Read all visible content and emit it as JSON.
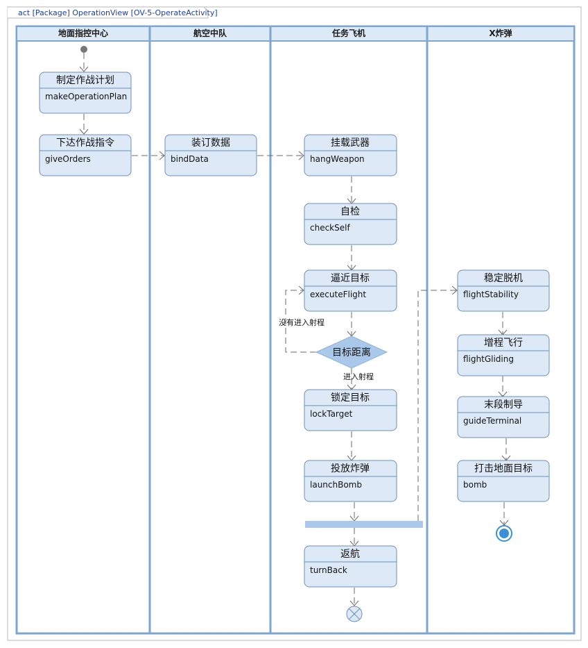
{
  "frame": {
    "title": "act [Package] OperationView [OV-5-OperateActivity]"
  },
  "lanes": [
    {
      "name": "地面指控中心"
    },
    {
      "name": "航空中队"
    },
    {
      "name": "任务飞机"
    },
    {
      "name": "X炸弹"
    }
  ],
  "activities": {
    "makePlan": {
      "title": "制定作战计划",
      "name": "makeOperationPlan"
    },
    "giveOrders": {
      "title": "下达作战指令",
      "name": "giveOrders"
    },
    "bindData": {
      "title": "装订数据",
      "name": "bindData"
    },
    "hangWeapon": {
      "title": "挂载武器",
      "name": "hangWeapon"
    },
    "checkSelf": {
      "title": "自检",
      "name": "checkSelf"
    },
    "executeFlight": {
      "title": "逼近目标",
      "name": "executeFlight"
    },
    "lockTarget": {
      "title": "锁定目标",
      "name": "lockTarget"
    },
    "launchBomb": {
      "title": "投放炸弹",
      "name": "launchBomb"
    },
    "turnBack": {
      "title": "返航",
      "name": "turnBack"
    },
    "flightStability": {
      "title": "稳定脱机",
      "name": "flightStability"
    },
    "flightGliding": {
      "title": "增程飞行",
      "name": "flightGliding"
    },
    "guideTerminal": {
      "title": "末段制导",
      "name": "guideTerminal"
    },
    "bomb": {
      "title": "打击地面目标",
      "name": "bomb"
    }
  },
  "decision": {
    "label": "目标距离"
  },
  "guards": {
    "notInRange": "没有进入射程",
    "inRange": "进入射程"
  },
  "colors": {
    "lane_border": "#7ea6cf",
    "node_fill": "#dde9f6",
    "node_border": "#6b8fba",
    "decision_fill": "#a9c8ea",
    "fork_bar": "#a9c8ea",
    "final_node": "#3b8fd6",
    "frame_text": "#1c3fa0"
  }
}
